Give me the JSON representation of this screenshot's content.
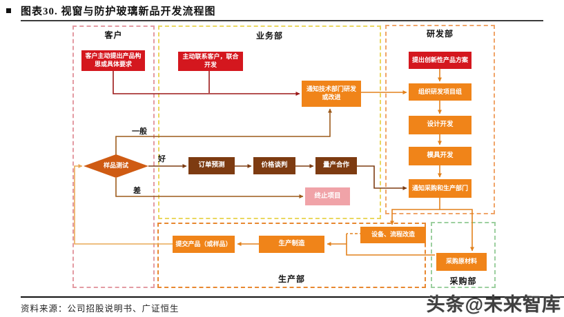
{
  "header": {
    "title": "图表30.  视窗与防护玻璃新品开发流程图"
  },
  "footer": {
    "source": "资料来源：公司招股说明书、广证恒生",
    "watermark": "头条@未来智库"
  },
  "departments": [
    {
      "id": "customer",
      "label": "客户"
    },
    {
      "id": "business",
      "label": "业务部"
    },
    {
      "id": "rd",
      "label": "研发部"
    },
    {
      "id": "production",
      "label": "生产部"
    },
    {
      "id": "procurement",
      "label": "采购部"
    }
  ],
  "nodes": {
    "customer_request": "客户主动提出产品构思或具体要求",
    "contact_customer": "主动联系客户，联合开发",
    "notify_tech": "通知技术部门研发或改进",
    "propose_innovation": "提出创新性产品方案",
    "organize_team": "组织研发项目组",
    "design_dev": "设计开发",
    "mold_dev": "模具开发",
    "notify_purchase_prod": "通知采购和生产部门",
    "sample_test": "样品测试",
    "order_forecast": "订单预测",
    "price_negotiation": "价格谈判",
    "mass_production": "量产合作",
    "terminate_project": "终止项目",
    "equipment_process": "设备、流程改造",
    "manufacturing": "生产制造",
    "submit_product": "提交产品（或样品）",
    "purchase_materials": "采购原材料"
  },
  "edge_labels": {
    "good": "好",
    "average": "一般",
    "poor": "差"
  },
  "colors": {
    "node_red": "#d4171e",
    "node_orange": "#f08419",
    "node_brown": "#7d3b11",
    "node_pink": "#f0a3a8",
    "diamond": "#cf5b13",
    "arrow_dark_red": "#9b1717",
    "arrow_orange": "#e2811c",
    "arrow_brown": "#7d3b11",
    "arrow_loop": "#9c5a1a",
    "arrow_feedback": "#e9a855",
    "border_customer": "#e39aa2",
    "border_business": "#ead75e",
    "border_rd": "#f0a468",
    "border_production": "#e8872f",
    "border_procurement": "#9ccf9f"
  }
}
